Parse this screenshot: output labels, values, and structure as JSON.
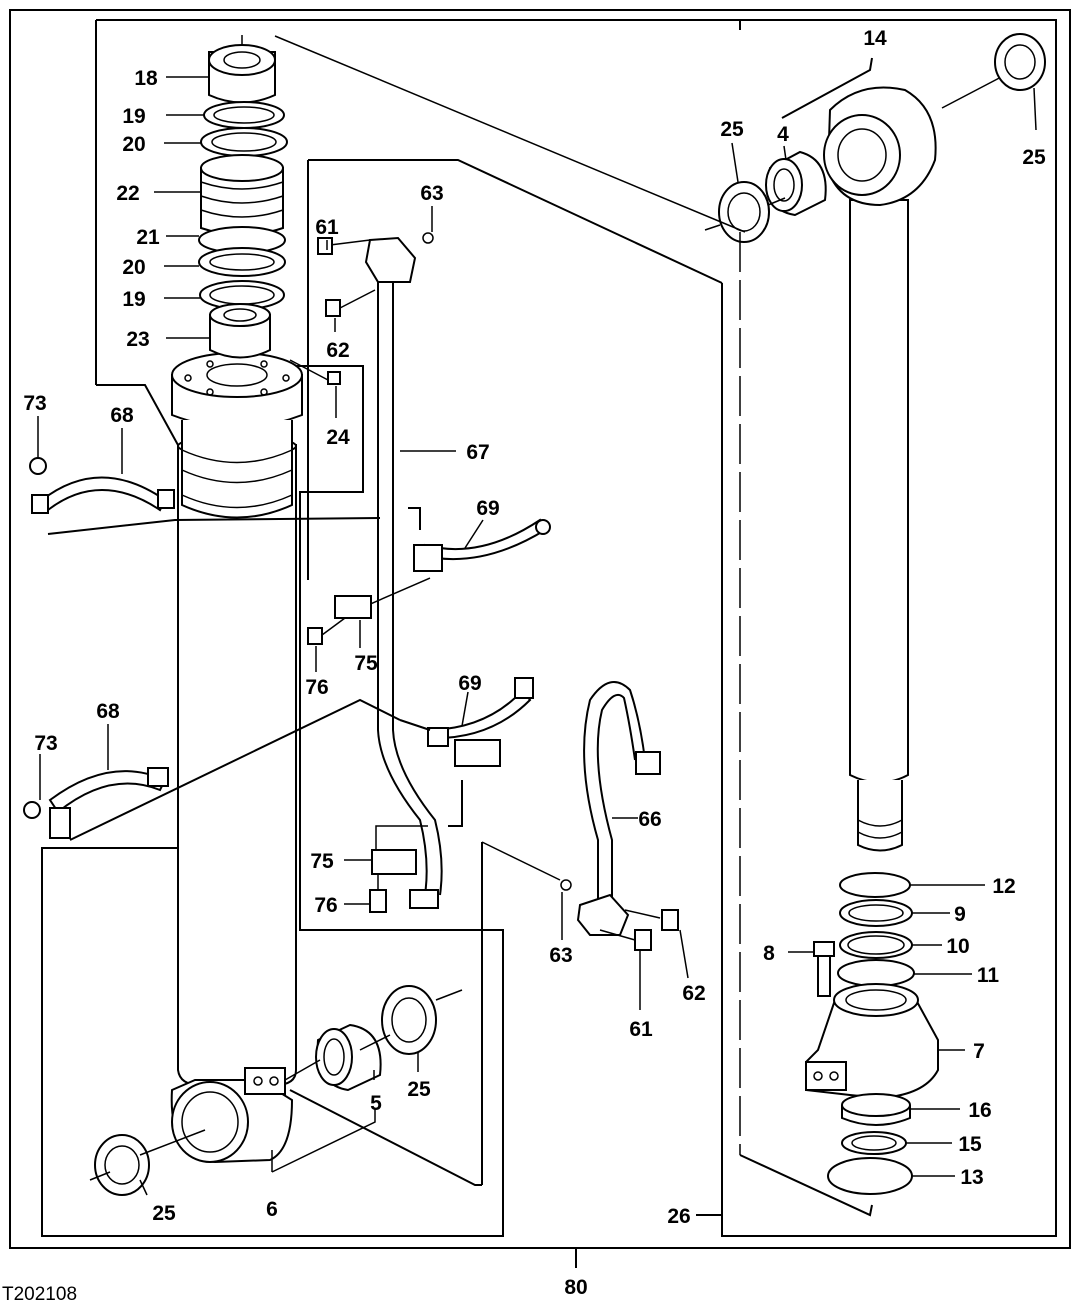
{
  "figure": {
    "code": "T202108",
    "assembly_number": "80"
  },
  "callouts": [
    {
      "id": "c18",
      "label": "18"
    },
    {
      "id": "c19a",
      "label": "19"
    },
    {
      "id": "c20a",
      "label": "20"
    },
    {
      "id": "c22",
      "label": "22"
    },
    {
      "id": "c21",
      "label": "21"
    },
    {
      "id": "c20b",
      "label": "20"
    },
    {
      "id": "c19b",
      "label": "19"
    },
    {
      "id": "c23",
      "label": "23"
    },
    {
      "id": "c24",
      "label": "24"
    },
    {
      "id": "c73a",
      "label": "73"
    },
    {
      "id": "c68a",
      "label": "68"
    },
    {
      "id": "c61a",
      "label": "61"
    },
    {
      "id": "c63a",
      "label": "63"
    },
    {
      "id": "c62a",
      "label": "62"
    },
    {
      "id": "c67",
      "label": "67"
    },
    {
      "id": "c69a",
      "label": "69"
    },
    {
      "id": "c75a",
      "label": "75"
    },
    {
      "id": "c76a",
      "label": "76"
    },
    {
      "id": "c69b",
      "label": "69"
    },
    {
      "id": "c68b",
      "label": "68"
    },
    {
      "id": "c73b",
      "label": "73"
    },
    {
      "id": "c66",
      "label": "66"
    },
    {
      "id": "c75b",
      "label": "75"
    },
    {
      "id": "c76b",
      "label": "76"
    },
    {
      "id": "c63b",
      "label": "63"
    },
    {
      "id": "c62b",
      "label": "62"
    },
    {
      "id": "c61b",
      "label": "61"
    },
    {
      "id": "c25a",
      "label": "25"
    },
    {
      "id": "c25b",
      "label": "25"
    },
    {
      "id": "c5",
      "label": "5"
    },
    {
      "id": "c6",
      "label": "6"
    },
    {
      "id": "c14",
      "label": "14"
    },
    {
      "id": "c25c",
      "label": "25"
    },
    {
      "id": "c4",
      "label": "4"
    },
    {
      "id": "c25d",
      "label": "25"
    },
    {
      "id": "c12",
      "label": "12"
    },
    {
      "id": "c9",
      "label": "9"
    },
    {
      "id": "c10",
      "label": "10"
    },
    {
      "id": "c8",
      "label": "8"
    },
    {
      "id": "c11",
      "label": "11"
    },
    {
      "id": "c7",
      "label": "7"
    },
    {
      "id": "c16",
      "label": "16"
    },
    {
      "id": "c15",
      "label": "15"
    },
    {
      "id": "c13",
      "label": "13"
    },
    {
      "id": "c26",
      "label": "26"
    }
  ]
}
